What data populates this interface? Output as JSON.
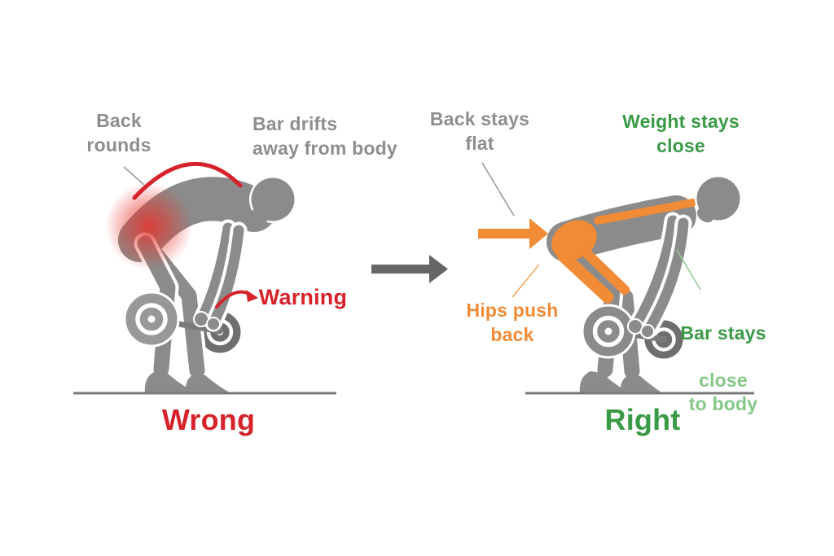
{
  "diagram": {
    "wrong_panel": {
      "caption": "Wrong",
      "labels": {
        "back_rounds": "Back\nrounds",
        "bar_drifts": "Bar drifts\naway from body",
        "warning": "Warning"
      }
    },
    "right_panel": {
      "caption": "Right",
      "labels": {
        "back_stays_flat": "Back stays\nflat",
        "weight_stays_close": "Weight stays\nclose",
        "hips_push_back": "Hips push\nback",
        "bar_stays": "Bar stays",
        "bar_stays_detail": "close\nto body"
      }
    },
    "colors": {
      "body_gray": "#8b8b8b",
      "plate_dark": "#6e6e6e",
      "plate_light": "#989898",
      "label_gray": "#8e8e8e",
      "alert_red": "#d6232b",
      "accent_orange": "#f18b36",
      "green_dark": "#3a9b46",
      "green_light": "#85c789",
      "transform_arrow_gray": "#666666",
      "ground_gray": "#7a7a7a"
    }
  }
}
